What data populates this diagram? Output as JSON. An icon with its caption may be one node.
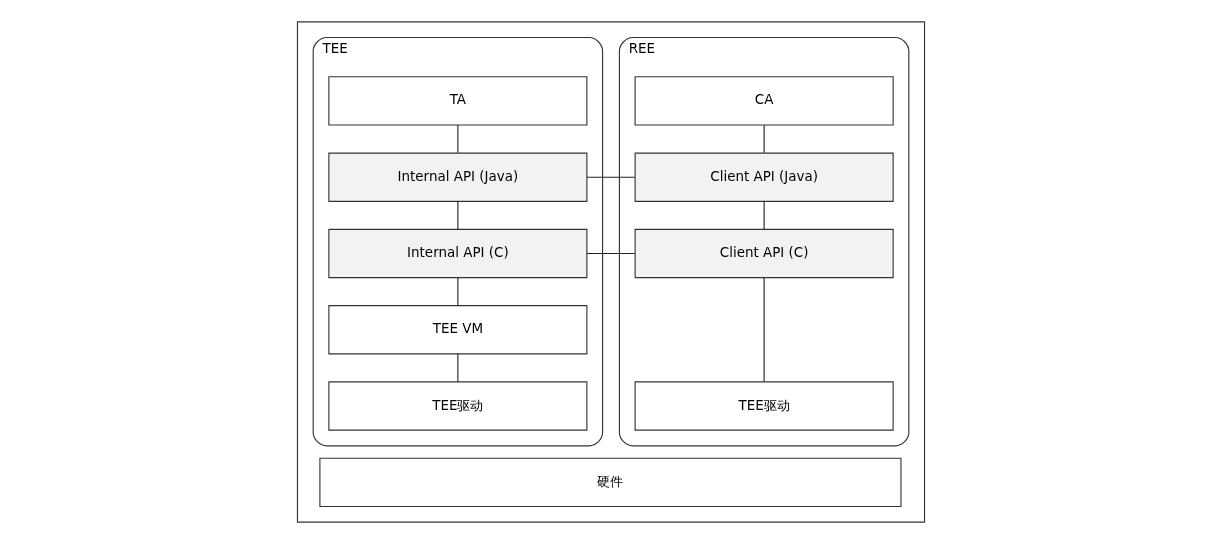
{
  "diagram": {
    "nodes": [
      {
        "text": [],
        "shape": "box"
      },
      {
        "text": [
          "REE"
        ],
        "in": 0
      },
      {
        "text": [
          "CA"
        ],
        "in": 1
      },
      {
        "text": [
          "Client API (Java)"
        ],
        "in": 1
      },
      {
        "text": [
          "Client API (C)"
        ],
        "in": 1
      },
      {
        "text": [
          "TEE驱动"
        ],
        "in": 1
      },
      {
        "text": [
          "TEE"
        ],
        "in": 0
      },
      {
        "text": [
          "TA"
        ],
        "in": 6
      },
      {
        "text": [
          "Internal API (Java)"
        ],
        "in": 6
      },
      {
        "text": [
          "Internal API (C)"
        ],
        "in": 6
      },
      {
        "text": [
          "TEE VM"
        ],
        "in": 6
      },
      {
        "text": [
          "TEE驱动"
        ],
        "in": 6
      },
      {
        "text": [
          "硬件"
        ],
        "in": 0
      }
    ],
    "edges": [
      {
        "from": 2,
        "to": 3,
        "arrow": "none"
      },
      {
        "from": 3,
        "to": 4,
        "arrow": "none"
      },
      {
        "from": 4,
        "to": 5,
        "arrow": "none"
      },
      {
        "from": 7,
        "to": 8,
        "arrow": "none"
      },
      {
        "from": 8,
        "to": 9,
        "arrow": "none"
      },
      {
        "from": 9,
        "to": 10,
        "arrow": "none"
      },
      {
        "from": 10,
        "to": 11,
        "arrow": "none"
      },
      {
        "from": 3,
        "to": 8,
        "arrow": "none"
      },
      {
        "from": 4,
        "to": 9,
        "arrow": "none"
      }
    ]
  }
}
